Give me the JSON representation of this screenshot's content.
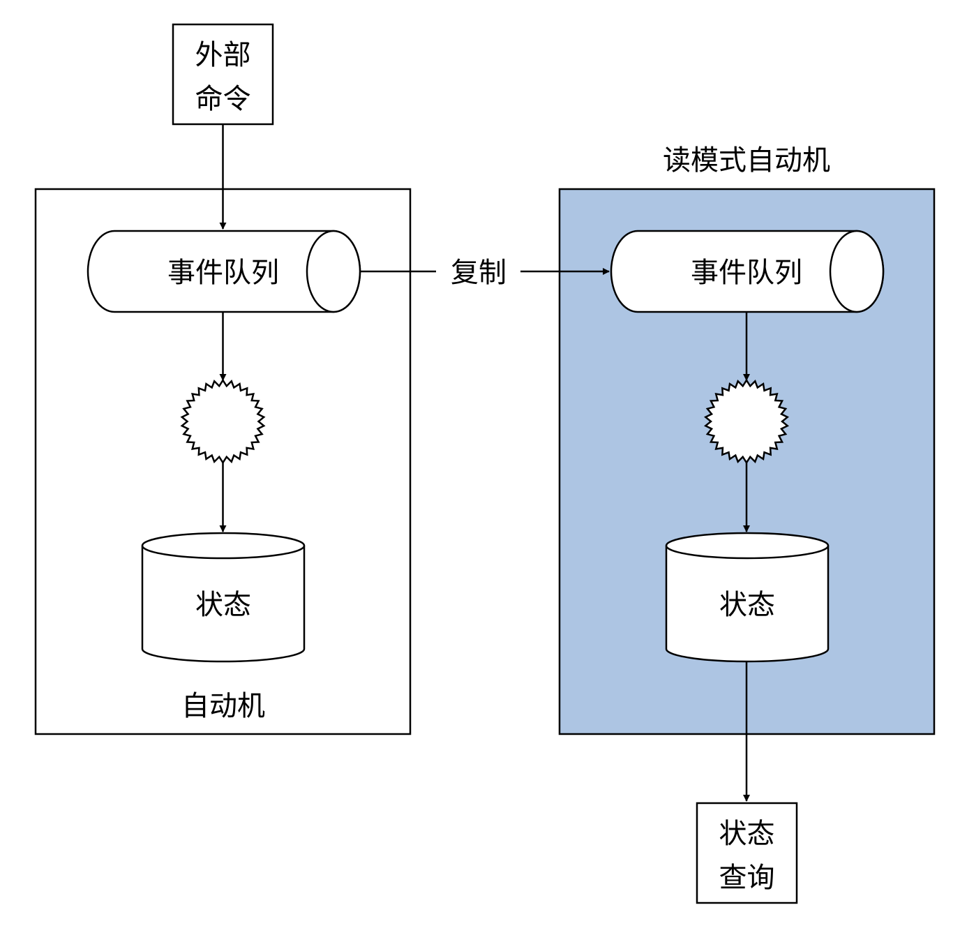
{
  "diagram": {
    "colors": {
      "read_machine_fill": "#adc5e3",
      "line": "#000000",
      "shape_fill": "#ffffff"
    },
    "external_command": {
      "line1": "外部",
      "line2": "命令"
    },
    "left_machine": {
      "label": "自动机",
      "queue_label": "事件队列",
      "state_label": "状态"
    },
    "replicate_label": "复制",
    "right_machine": {
      "title": "读模式自动机",
      "queue_label": "事件队列",
      "state_label": "状态"
    },
    "state_query": {
      "line1": "状态",
      "line2": "查询"
    }
  }
}
